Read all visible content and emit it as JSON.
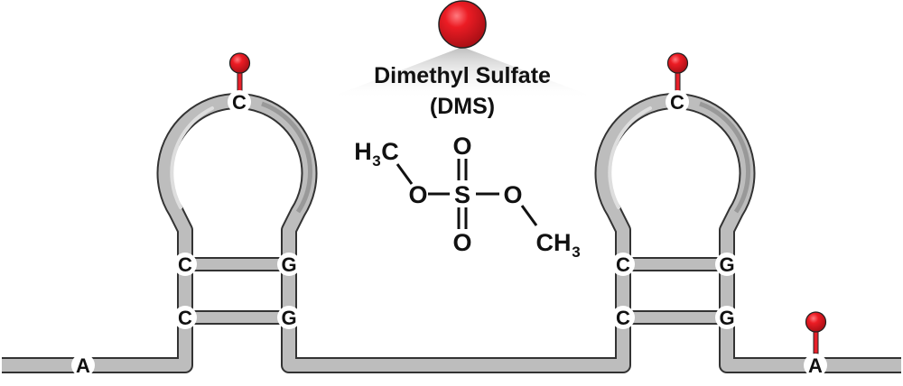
{
  "title": "Dimethyl Sulfate",
  "subtitle": "(DMS)",
  "molecule": {
    "left_methyl": "H",
    "left_methyl_sub": "3",
    "left_methyl_c": "C",
    "left_oxygen": "O",
    "sulfur": "S",
    "top_oxygen": "O",
    "bottom_oxygen": "O",
    "right_oxygen": "O",
    "right_methyl": "CH",
    "right_methyl_sub": "3"
  },
  "rna": {
    "hairpin_1": {
      "loop_base": "C",
      "pair_1": [
        "C",
        "G"
      ],
      "pair_2": [
        "C",
        "G"
      ]
    },
    "hairpin_2": {
      "loop_base": "C",
      "pair_1": [
        "C",
        "G"
      ],
      "pair_2": [
        "C",
        "G"
      ]
    },
    "left_base": "A",
    "right_base": "A"
  },
  "colors": {
    "tube": "#bdbdbd",
    "tube_dark": "#8f8f8f",
    "methyl_ball": "#e8202a"
  }
}
